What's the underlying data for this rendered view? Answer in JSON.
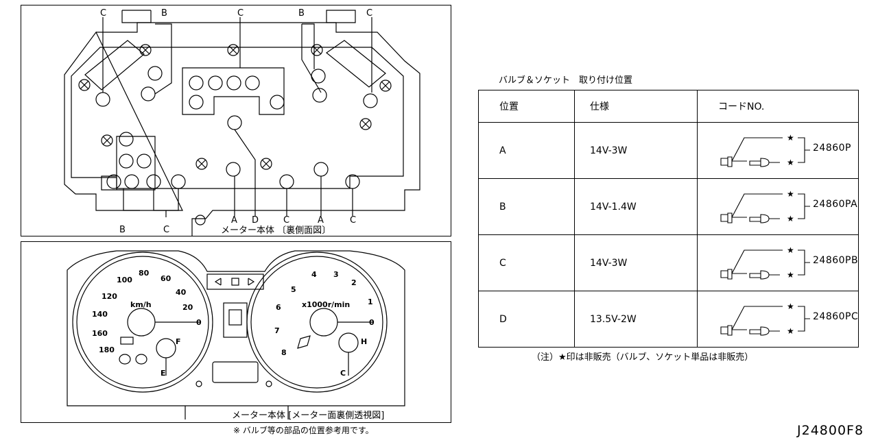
{
  "top_panel": {
    "caption": "メーター本体 〔裏側面図〕",
    "labels_top": [
      "C",
      "B",
      "C",
      "B",
      "C"
    ],
    "labels_bottom": [
      "B",
      "C",
      "A",
      "D",
      "C",
      "A",
      "C"
    ]
  },
  "bottom_panel": {
    "caption": "メーター本体 [メーター面裏側透視図]",
    "footnote": "※ バルブ等の部品の位置参考用です。",
    "speedo_ticks": [
      "100",
      "80",
      "60",
      "40",
      "20",
      "0",
      "120",
      "140",
      "160",
      "180"
    ],
    "speedo_unit": "km/h",
    "tacho_ticks": [
      "4",
      "3",
      "2",
      "1",
      "0",
      "5",
      "6",
      "7",
      "8"
    ],
    "tacho_unit": "x1000r/min",
    "fuel_marks": [
      "F",
      "E"
    ],
    "temp_marks": [
      "H",
      "C"
    ]
  },
  "table": {
    "title": "バルブ＆ソケット　取り付け位置",
    "headers": [
      "位置",
      "仕様",
      "コードNO."
    ],
    "rows": [
      {
        "pos": "A",
        "spec": "14V-3W",
        "code": "24860P"
      },
      {
        "pos": "B",
        "spec": "14V-1.4W",
        "code": "24860PA"
      },
      {
        "pos": "C",
        "spec": "14V-3W",
        "code": "24860PB"
      },
      {
        "pos": "D",
        "spec": "13.5V-2W",
        "code": "24860PC"
      }
    ],
    "star": "★",
    "note": "（注）★印は非販売（バルブ、ソケット単品は非販売）"
  },
  "figure_id": "J24800F8"
}
